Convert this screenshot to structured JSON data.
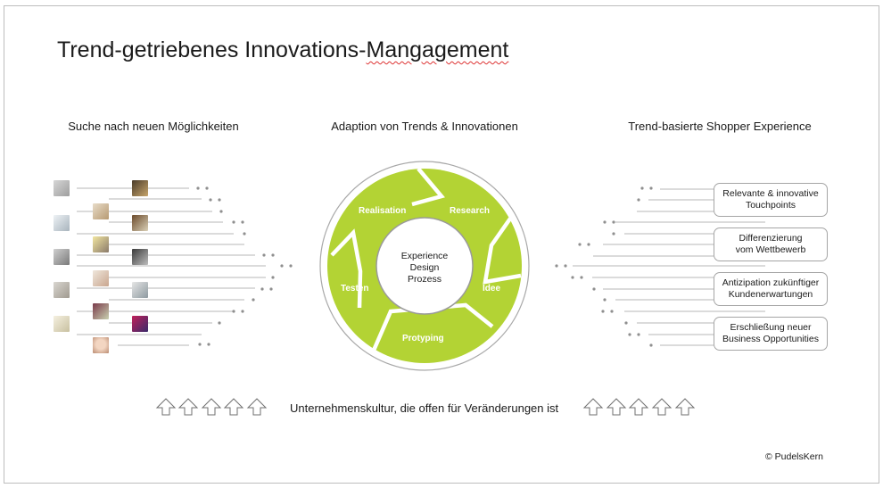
{
  "slide": {
    "title_plain": "Trend-getriebenes Innovations-",
    "title_underlined": "Mangagement",
    "columns": {
      "left": "Suche nach neuen Möglichkeiten",
      "center": "Adaption von Trends & Innovationen",
      "right": "Trend-basierte Shopper Experience"
    },
    "cycle": {
      "center_lines": [
        "Experience",
        "Design",
        "Prozess"
      ],
      "stages": [
        "Research",
        "Idee",
        "Protyping",
        "Testen",
        "Realisation"
      ],
      "accent_color": "#b3d334"
    },
    "right_boxes": [
      [
        "Relevante & innovative",
        "Touchpoints"
      ],
      [
        "Differenzierung",
        "vom Wettbewerb"
      ],
      [
        "Antizipation zukünftiger",
        "Kundenerwartungen"
      ],
      [
        "Erschließung neuer",
        "Business Opportunities"
      ]
    ],
    "bottom_text": "Unternehmenskultur, die offen für Veränderungen ist",
    "copyright": "© PudelsKern"
  }
}
